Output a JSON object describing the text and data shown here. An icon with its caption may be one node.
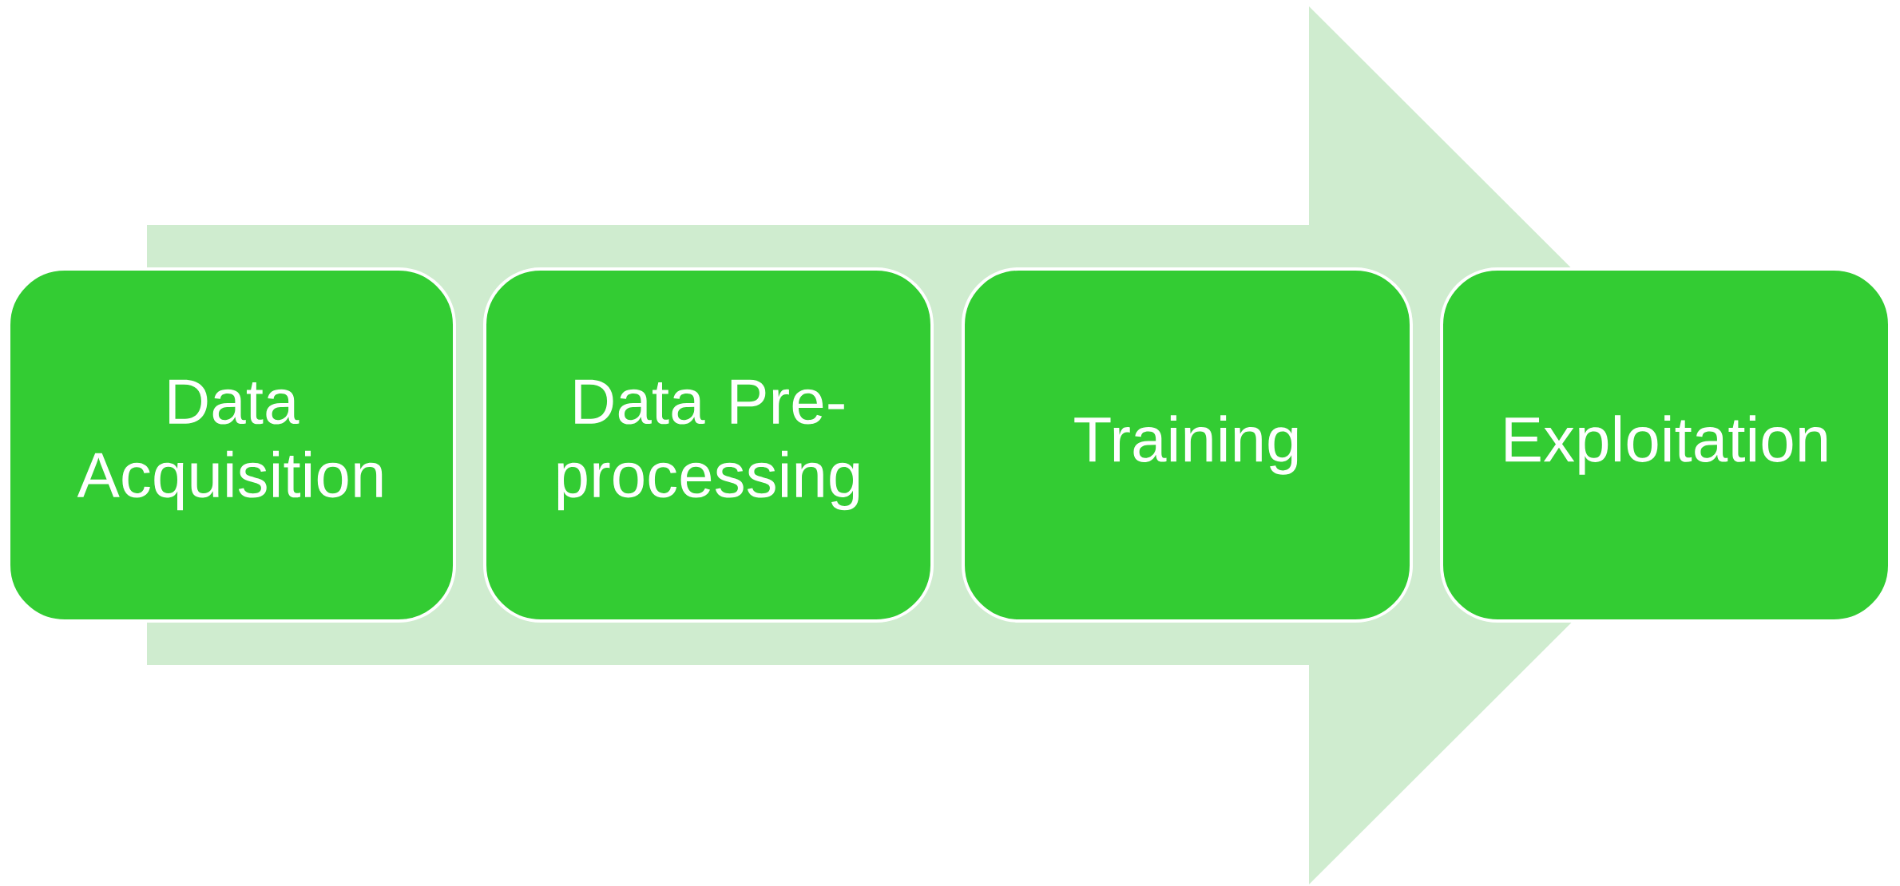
{
  "diagram": {
    "nodes": [
      {
        "text": [
          "Data Acquisition"
        ]
      },
      {
        "text": [
          "Data Pre-processing"
        ]
      },
      {
        "text": [
          "Training"
        ]
      },
      {
        "text": [
          "Exploitation"
        ]
      }
    ],
    "edges": [
      {
        "from": 0,
        "to": 3,
        "arrow": "to"
      }
    ]
  }
}
